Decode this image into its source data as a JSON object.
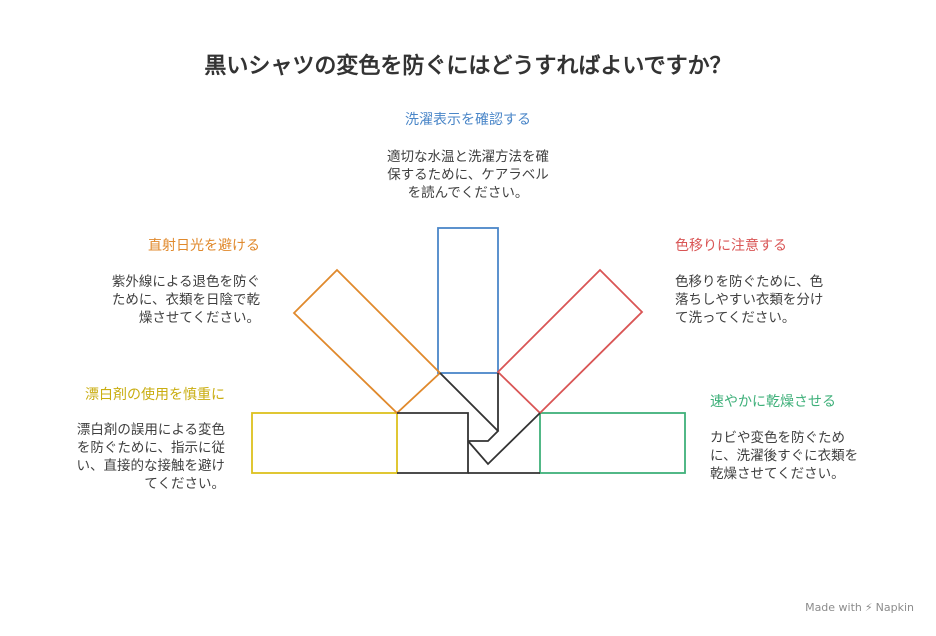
{
  "title": "黒いシャツの変色を防ぐにはどうすればよいですか？",
  "colors": {
    "blue": "#4a86c8",
    "orange": "#e0892c",
    "red": "#d95555",
    "yellow": "#dcc11e",
    "green": "#3fb07a",
    "dark": "#333333"
  },
  "items": {
    "top": {
      "label": "洗濯表示を確認する",
      "desc": [
        "適切な水温と洗濯方法を確",
        "保するために、ケアラベル",
        "を読んでください。"
      ]
    },
    "upper_left": {
      "label": "直射日光を避ける",
      "desc": [
        "紫外線による退色を防ぐ",
        "ために、衣類を日陰で乾",
        "燥させてください。"
      ]
    },
    "upper_right": {
      "label": "色移りに注意する",
      "desc": [
        "色移りを防ぐために、色",
        "落ちしやすい衣類を分け",
        "て洗ってください。"
      ]
    },
    "lower_left": {
      "label": "漂白剤の使用を慎重に",
      "desc": [
        "漂白剤の誤用による変色",
        "を防ぐために、指示に従",
        "い、直接的な接触を避け",
        "てください。"
      ]
    },
    "lower_right": {
      "label": "速やかに乾燥させる",
      "desc": [
        "カビや変色を防ぐため",
        "に、洗濯後すぐに衣類を",
        "乾燥させてください。"
      ]
    }
  },
  "footer": {
    "made_with": "Made with",
    "brand": "Napkin"
  }
}
